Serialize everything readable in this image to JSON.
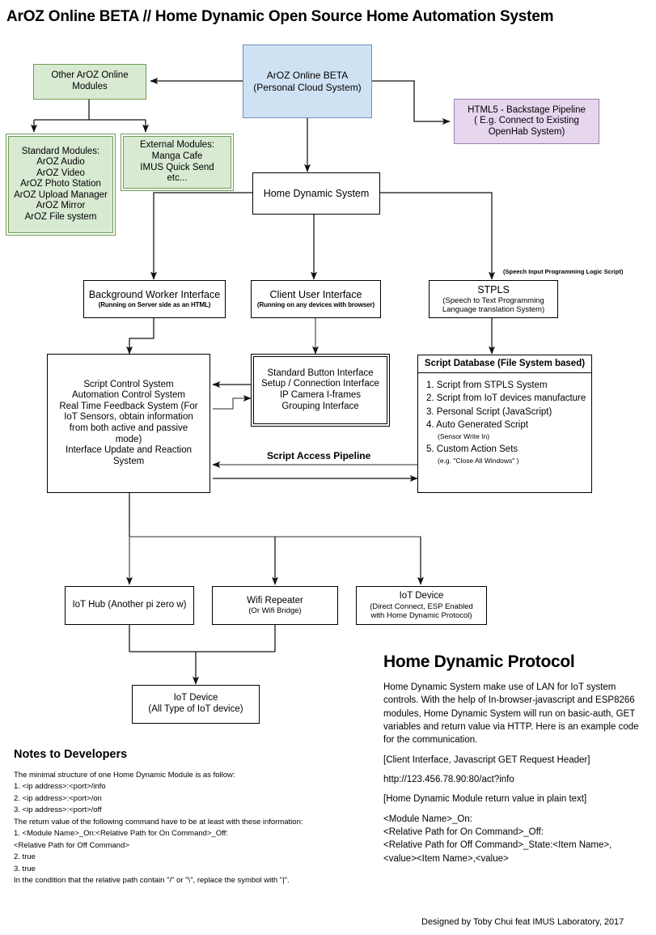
{
  "page": {
    "title": "ArOZ Online BETA //  Home Dynamic Open Source Home Automation System",
    "footer": "Designed by Toby Chui feat IMUS Laboratory, 2017",
    "colors": {
      "green_fill": "#d9ead3",
      "green_stroke": "#6f9c55",
      "blue_fill": "#cfe2f3",
      "blue_stroke": "#6f8fbf",
      "purple_fill": "#e6d6ee",
      "purple_stroke": "#9b7fae",
      "line": "#000000"
    }
  },
  "nodes": {
    "aroz_cloud": {
      "l1": "ArOZ Online BETA",
      "l2": "(Personal Cloud System)"
    },
    "other_modules": {
      "l1": "Other ArOZ Online",
      "l2": "Modules"
    },
    "html5_pipeline": {
      "l1": "HTML5 - Backstage Pipeline",
      "l2": "( E.g. Connect to Existing",
      "l3": "OpenHab System)"
    },
    "standard_modules": {
      "l1": "Standard Modules:",
      "l2": "ArOZ Audio",
      "l3": "ArOZ Video",
      "l4": "ArOZ Photo Station",
      "l5": "ArOZ Upload Manager",
      "l6": "ArOZ Mirror",
      "l7": "ArOZ File system"
    },
    "external_modules": {
      "l1": "External Modules:",
      "l2": "Manga Cafe",
      "l3": "IMUS Quick Send",
      "l4": "etc..."
    },
    "home_dynamic_system": {
      "l1": "Home Dynamic System"
    },
    "background_worker": {
      "l1": "Background Worker Interface",
      "l2": "(Running on Server side as an HTML)"
    },
    "client_ui": {
      "l1": "Client User Interface",
      "l2": "(Running on any devices with browser)"
    },
    "stpls": {
      "l1": "STPLS",
      "l2": "(Speech to Text Programming",
      "l3": "Language translation System)"
    },
    "script_control": {
      "l1": "Script Control System",
      "l2": "Automation Control System",
      "l3": "Real Time Feedback System (For",
      "l4": "IoT Sensors, obtain information",
      "l5": "from both active and passive",
      "l6": "mode)",
      "l7": "Interface Update and Reaction",
      "l8": "System"
    },
    "standard_button_interface": {
      "l1": "Standard Button Interface",
      "l2": "Setup / Connection Interface",
      "l3": "IP Camera I-frames",
      "l4": "Grouping Interface"
    },
    "script_database": {
      "header": "Script Database (File System based)",
      "items": [
        {
          "text": "1. Script from STPLS System",
          "note": ""
        },
        {
          "text": "2. Script from IoT devices manufacture",
          "note": ""
        },
        {
          "text": "3. Personal Script (JavaScript)",
          "note": ""
        },
        {
          "text": "4. Auto Generated Script",
          "note": "(Sensor Write In)"
        },
        {
          "text": "5. Custom Action Sets",
          "note": "(e.g. \"Close All Windows\" )"
        }
      ]
    },
    "iot_hub": {
      "l1": "IoT Hub (Another pi zero w)"
    },
    "wifi_repeater": {
      "l1": "Wifi Repeater",
      "l2": "(Or Wifi Bridge)"
    },
    "iot_device_direct": {
      "l1": "IoT Device",
      "l2": "(Direct Connect, ESP Enabled",
      "l3": "with Home Dynamic Protocol)"
    },
    "iot_device_all": {
      "l1": "IoT Device",
      "l2": "(All Type of IoT device)"
    }
  },
  "edge_labels": {
    "stpls_caption": "(Speech Input Programming Logic Script)",
    "script_access_pipeline": "Script Access Pipeline"
  },
  "notes": {
    "heading": "Notes to Developers",
    "lines": [
      "The minimal structure of one Home Dynamic Module is as follow:",
      "1. <ip address>:<port>/info",
      "2. <ip address>:<port>/on",
      "3. <ip address>:<port>/off",
      "The return value of the following command have to be at least with these information:",
      "1. <Module Name>_On:<Relative Path for On Command>_Off:",
      "<Relative Path for Off Command>",
      "2. true",
      "3. true",
      "In the condition that the relative path contain \"/\" or \"\\\", replace the symbol with \"|\"."
    ]
  },
  "protocol": {
    "heading": "Home Dynamic Protocol",
    "paragraph": "Home Dynamic System make use of LAN for IoT system controls. With the help of In-browser-javascript and ESP8266 modules, Home Dynamic System will run on basic-auth, GET variables and return value via HTTP. Here is an example code for the communication.",
    "request_header_label": "[Client Interface, Javascript GET Request Header]",
    "request_example": "http://123.456.78.90:80/act?info",
    "return_label": "[Home Dynamic Module return value in plain text]",
    "return_lines": [
      "<Module Name>_On:",
      "<Relative Path for On Command>_Off:",
      "<Relative Path for Off Command>_State:<Item Name>,",
      "<value><Item Name>,<value>"
    ]
  }
}
